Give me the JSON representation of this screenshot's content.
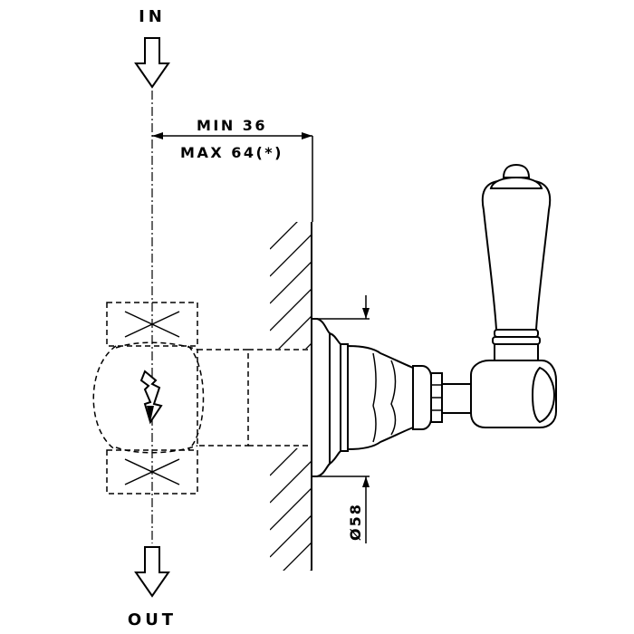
{
  "labels": {
    "in": "IN",
    "out": "OUT",
    "min": "MIN 36",
    "max": "MAX 64(*)",
    "diameter": "Ø58"
  },
  "icons": {
    "inlet_arrow": "down-arrow-icon",
    "outlet_arrow": "down-arrow-icon",
    "flow_arrow": "flow-direction-icon"
  }
}
